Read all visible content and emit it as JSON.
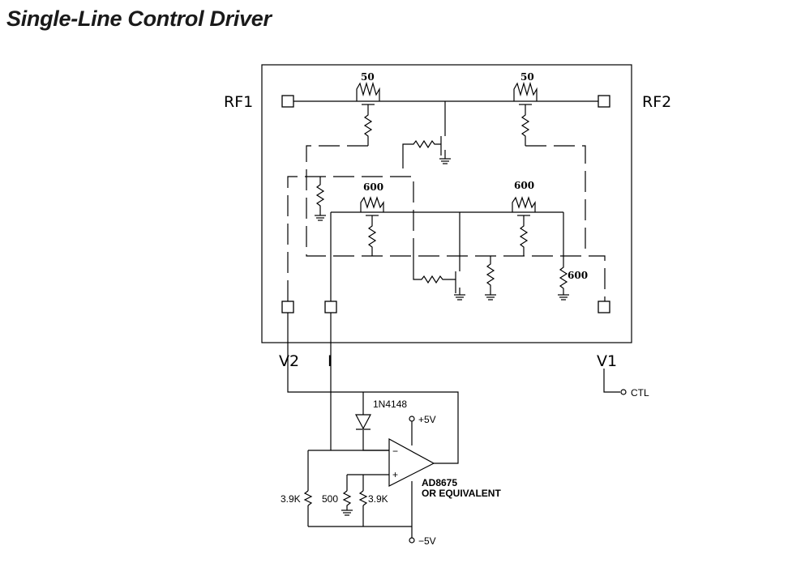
{
  "title": "Single-Line Control Driver",
  "ports": {
    "rf1": "RF1",
    "rf2": "RF2",
    "v2": "V2",
    "i": "I",
    "v1": "V1",
    "ctl": "CTL"
  },
  "resistor_values": {
    "series_top_left": "50",
    "series_top_right": "50",
    "shunt_left": "600",
    "shunt_right": "600",
    "bias_right": "600"
  },
  "driver": {
    "diode": "1N4148",
    "pos_supply": "+5V",
    "neg_supply": "−5V",
    "opamp_minus": "−",
    "opamp_plus": "+",
    "opamp_part_line1": "AD8675",
    "opamp_part_line2": "OR EQUIVALENT",
    "r_left": "3.9K",
    "r_mid": "500",
    "r_right": "3.9K"
  }
}
